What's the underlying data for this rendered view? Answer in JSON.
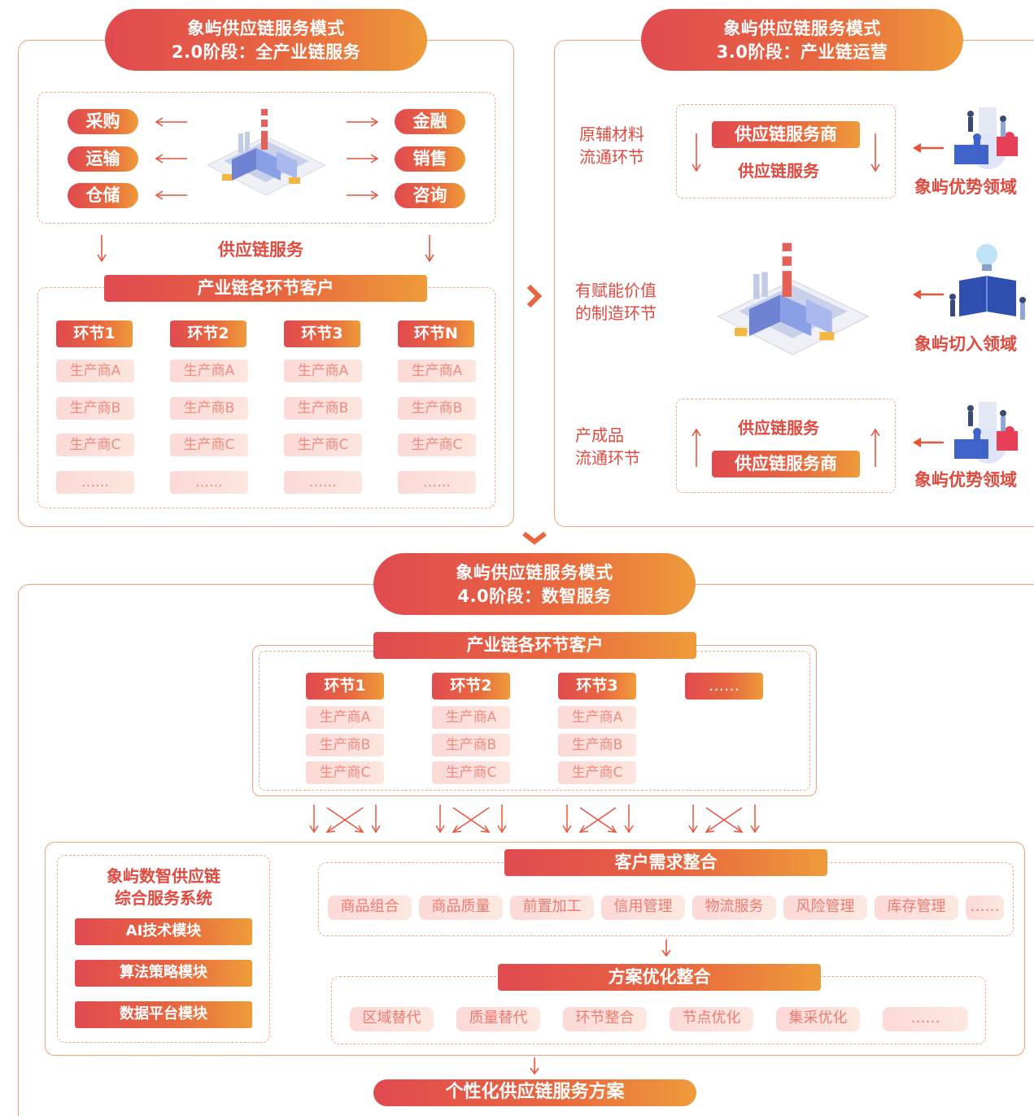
{
  "colors": {
    "primary": "#e04a3f",
    "accent_start": "#e04a50",
    "accent_end": "#ee9b3a",
    "cell_bg": "#fbd9d7",
    "cell_text": "#f28a80",
    "panel_border": "#f0a07a"
  },
  "stage2": {
    "header_line1": "象屿供应链服务模式",
    "header_line2": "2.0阶段：全产业链服务",
    "left_services": [
      "采购",
      "运输",
      "仓储"
    ],
    "right_services": [
      "金融",
      "销售",
      "咨询"
    ],
    "middle_label": "供应链服务",
    "customers_bar": "产业链各环节客户",
    "columns": [
      {
        "title": "环节1",
        "cells": [
          "生产商A",
          "生产商B",
          "生产商C",
          "……"
        ]
      },
      {
        "title": "环节2",
        "cells": [
          "生产商A",
          "生产商B",
          "生产商C",
          "……"
        ]
      },
      {
        "title": "环节3",
        "cells": [
          "生产商A",
          "生产商B",
          "生产商C",
          "……"
        ]
      },
      {
        "title": "环节N",
        "cells": [
          "生产商A",
          "生产商B",
          "生产商C",
          "……"
        ]
      }
    ]
  },
  "stage3": {
    "header_line1": "象屿供应链服务模式",
    "header_line2": "3.0阶段：产业链运营",
    "rows": [
      {
        "label_line1": "原辅材料",
        "label_line2": "流通环节",
        "box_top": "供应链服务商",
        "box_bottom": "供应链服务",
        "right_label": "象屿优势领域"
      },
      {
        "label_line1": "有赋能价值",
        "label_line2": "的制造环节",
        "right_label": "象屿切入领域"
      },
      {
        "label_line1": "产成品",
        "label_line2": "流通环节",
        "box_top": "供应链服务",
        "box_bottom": "供应链服务商",
        "right_label": "象屿优势领域"
      }
    ]
  },
  "stage4": {
    "header_line1": "象屿供应链服务模式",
    "header_line2": "4.0阶段：数智服务",
    "customers_bar": "产业链各环节客户",
    "columns": [
      {
        "title": "环节1",
        "cells": [
          "生产商A",
          "生产商B",
          "生产商C"
        ]
      },
      {
        "title": "环节2",
        "cells": [
          "生产商A",
          "生产商B",
          "生产商C"
        ]
      },
      {
        "title": "环节3",
        "cells": [
          "生产商A",
          "生产商B",
          "生产商C"
        ]
      },
      {
        "title": "……",
        "cells": []
      }
    ],
    "system_title_line1": "象屿数智供应链",
    "system_title_line2": "综合服务系统",
    "modules": [
      "AI技术模块",
      "算法策略模块",
      "数据平台模块"
    ],
    "demand_bar": "客户需求整合",
    "demand_tags": [
      "商品组合",
      "商品质量",
      "前置加工",
      "信用管理",
      "物流服务",
      "风险管理",
      "库存管理",
      "……"
    ],
    "optimize_bar": "方案优化整合",
    "optimize_tags": [
      "区域替代",
      "质量替代",
      "环节整合",
      "节点优化",
      "集采优化",
      "……"
    ],
    "result_bar": "个性化供应链服务方案"
  }
}
